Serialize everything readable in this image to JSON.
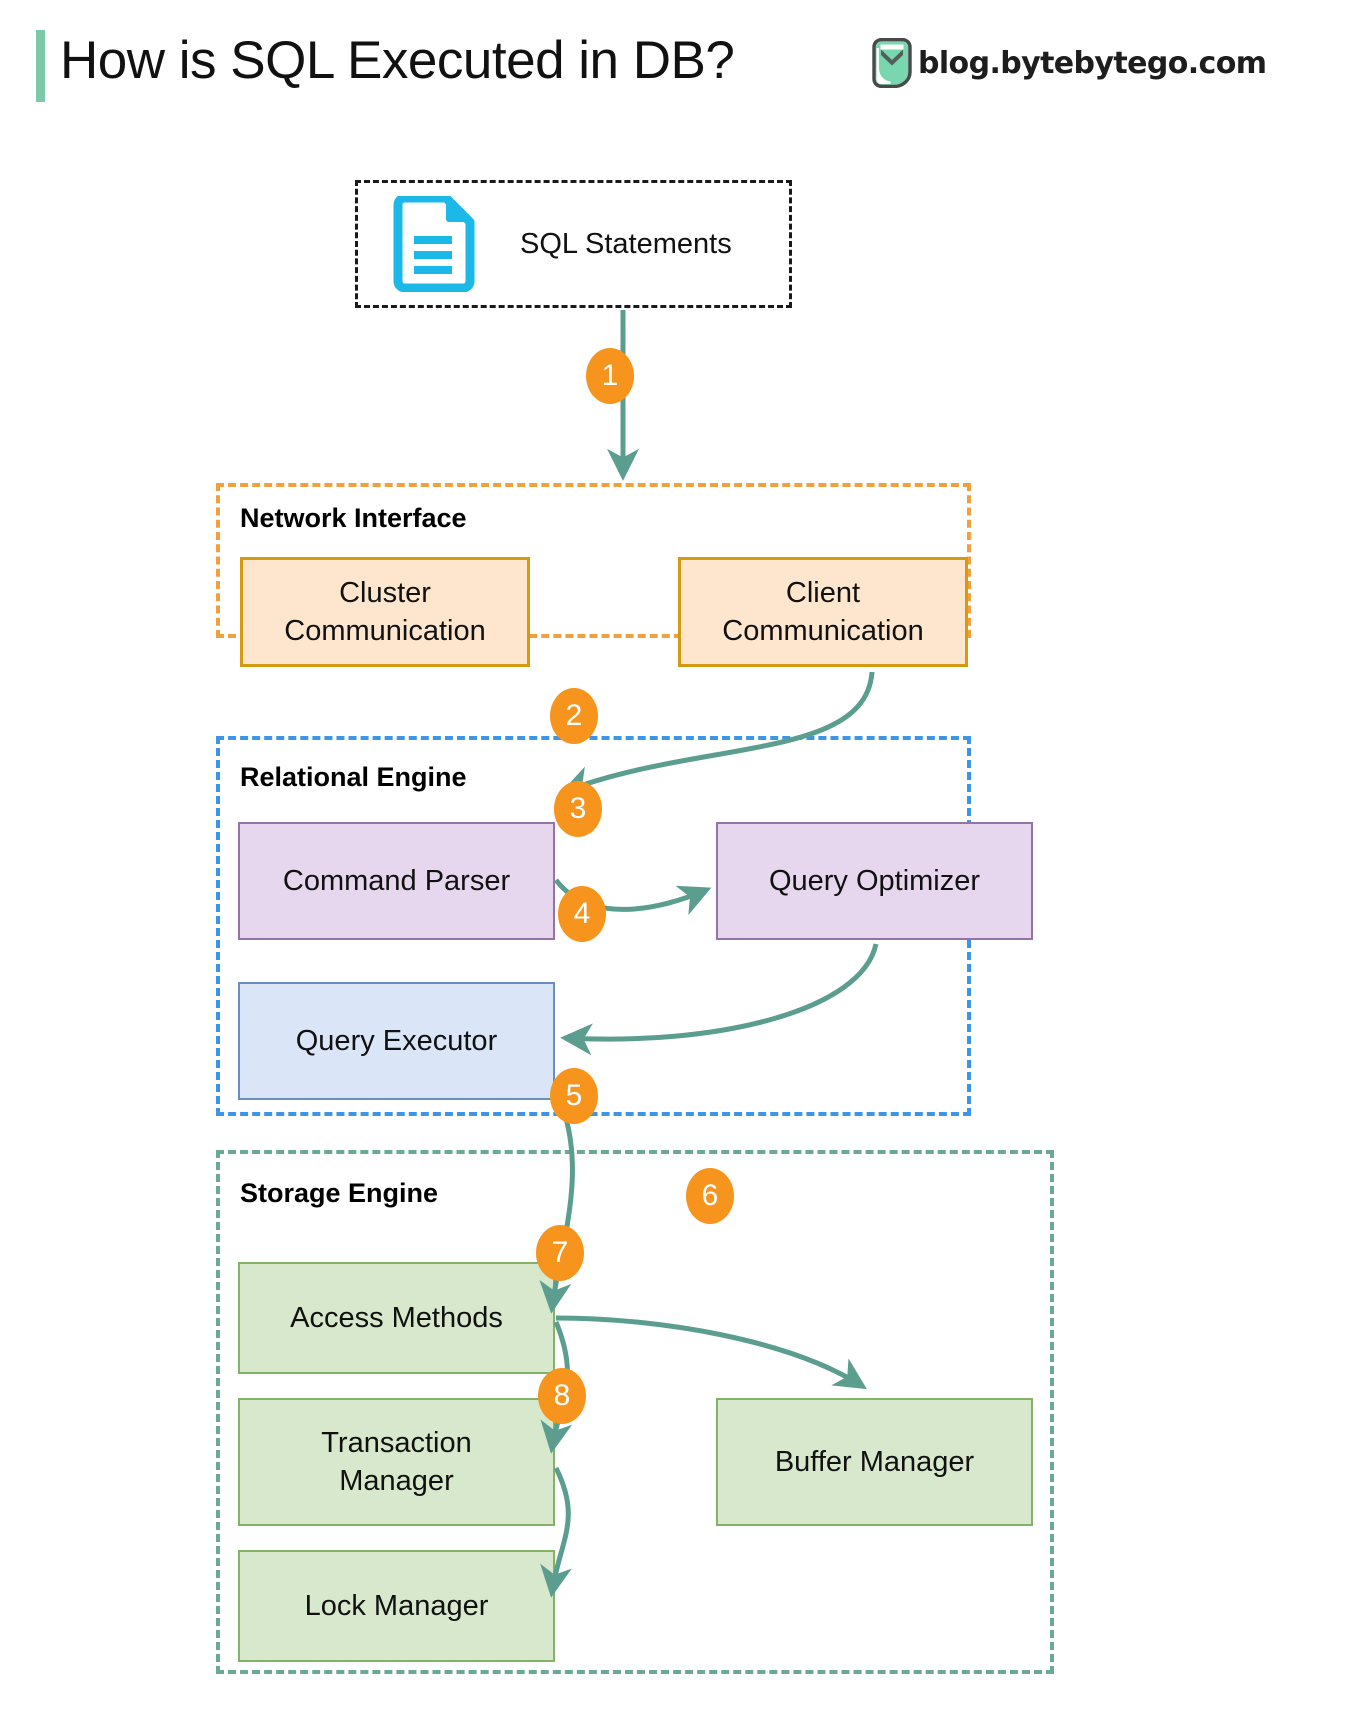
{
  "header": {
    "title": "How is SQL Executed in DB?",
    "brand_text": "blog.bytebytego.com",
    "accent_color": "#7cc9a9",
    "logo_icon": "bytebytego-logo-icon"
  },
  "diagram": {
    "type": "flowchart",
    "input": {
      "label": "SQL Statements",
      "icon": "document-icon",
      "icon_color": "#1cb8e8",
      "border_style": "dashed",
      "border_color": "#1a1a1a"
    },
    "groups": [
      {
        "id": "network-interface",
        "label": "Network Interface",
        "border_color": "#f0a03c",
        "nodes": [
          {
            "id": "cluster-communication",
            "label": "Cluster\nCommunication",
            "fill": "#fde6cd",
            "stroke": "#d49a12"
          },
          {
            "id": "client-communication",
            "label": "Client\nCommunication",
            "fill": "#fde6cd",
            "stroke": "#d49a12"
          }
        ]
      },
      {
        "id": "relational-engine",
        "label": "Relational Engine",
        "border_color": "#3d95e8",
        "nodes": [
          {
            "id": "command-parser",
            "label": "Command Parser",
            "fill": "#e6d7ef",
            "stroke": "#9673a6"
          },
          {
            "id": "query-optimizer",
            "label": "Query Optimizer",
            "fill": "#e6d7ef",
            "stroke": "#9673a6"
          },
          {
            "id": "query-executor",
            "label": "Query Executor",
            "fill": "#dae6f7",
            "stroke": "#6b8ebf"
          }
        ]
      },
      {
        "id": "storage-engine",
        "label": "Storage Engine",
        "border_color": "#6aa897",
        "nodes": [
          {
            "id": "access-methods",
            "label": "Access Methods",
            "fill": "#d7e8cd",
            "stroke": "#82b366"
          },
          {
            "id": "transaction-manager",
            "label": "Transaction\nManager",
            "fill": "#d7e8cd",
            "stroke": "#82b366"
          },
          {
            "id": "lock-manager",
            "label": "Lock Manager",
            "fill": "#d7e8cd",
            "stroke": "#82b366"
          },
          {
            "id": "buffer-manager",
            "label": "Buffer Manager",
            "fill": "#d7e8cd",
            "stroke": "#82b366"
          }
        ]
      }
    ],
    "node_labels": {
      "cluster_communication_line1": "Cluster",
      "cluster_communication_line2": "Communication",
      "client_communication_line1": "Client",
      "client_communication_line2": "Communication",
      "command_parser": "Command Parser",
      "query_optimizer": "Query Optimizer",
      "query_executor": "Query Executor",
      "access_methods": "Access Methods",
      "transaction_manager_line1": "Transaction",
      "transaction_manager_line2": "Manager",
      "lock_manager": "Lock Manager",
      "buffer_manager": "Buffer Manager"
    },
    "group_labels": {
      "network_interface": "Network Interface",
      "relational_engine": "Relational Engine",
      "storage_engine": "Storage Engine"
    },
    "steps": [
      {
        "n": "1",
        "from": "sql-statements",
        "to": "network-interface"
      },
      {
        "n": "2",
        "from": "client-communication",
        "to": "command-parser"
      },
      {
        "n": "3",
        "from": "command-parser",
        "to": "query-optimizer"
      },
      {
        "n": "4",
        "from": "query-optimizer",
        "to": "query-executor"
      },
      {
        "n": "5",
        "from": "query-executor",
        "to": "access-methods"
      },
      {
        "n": "6",
        "from": "access-methods",
        "to": "buffer-manager"
      },
      {
        "n": "7",
        "from": "access-methods",
        "to": "transaction-manager"
      },
      {
        "n": "8",
        "from": "transaction-manager",
        "to": "lock-manager"
      }
    ],
    "arrow_color": "#5b9e8f",
    "badge_color": "#f7941e"
  }
}
